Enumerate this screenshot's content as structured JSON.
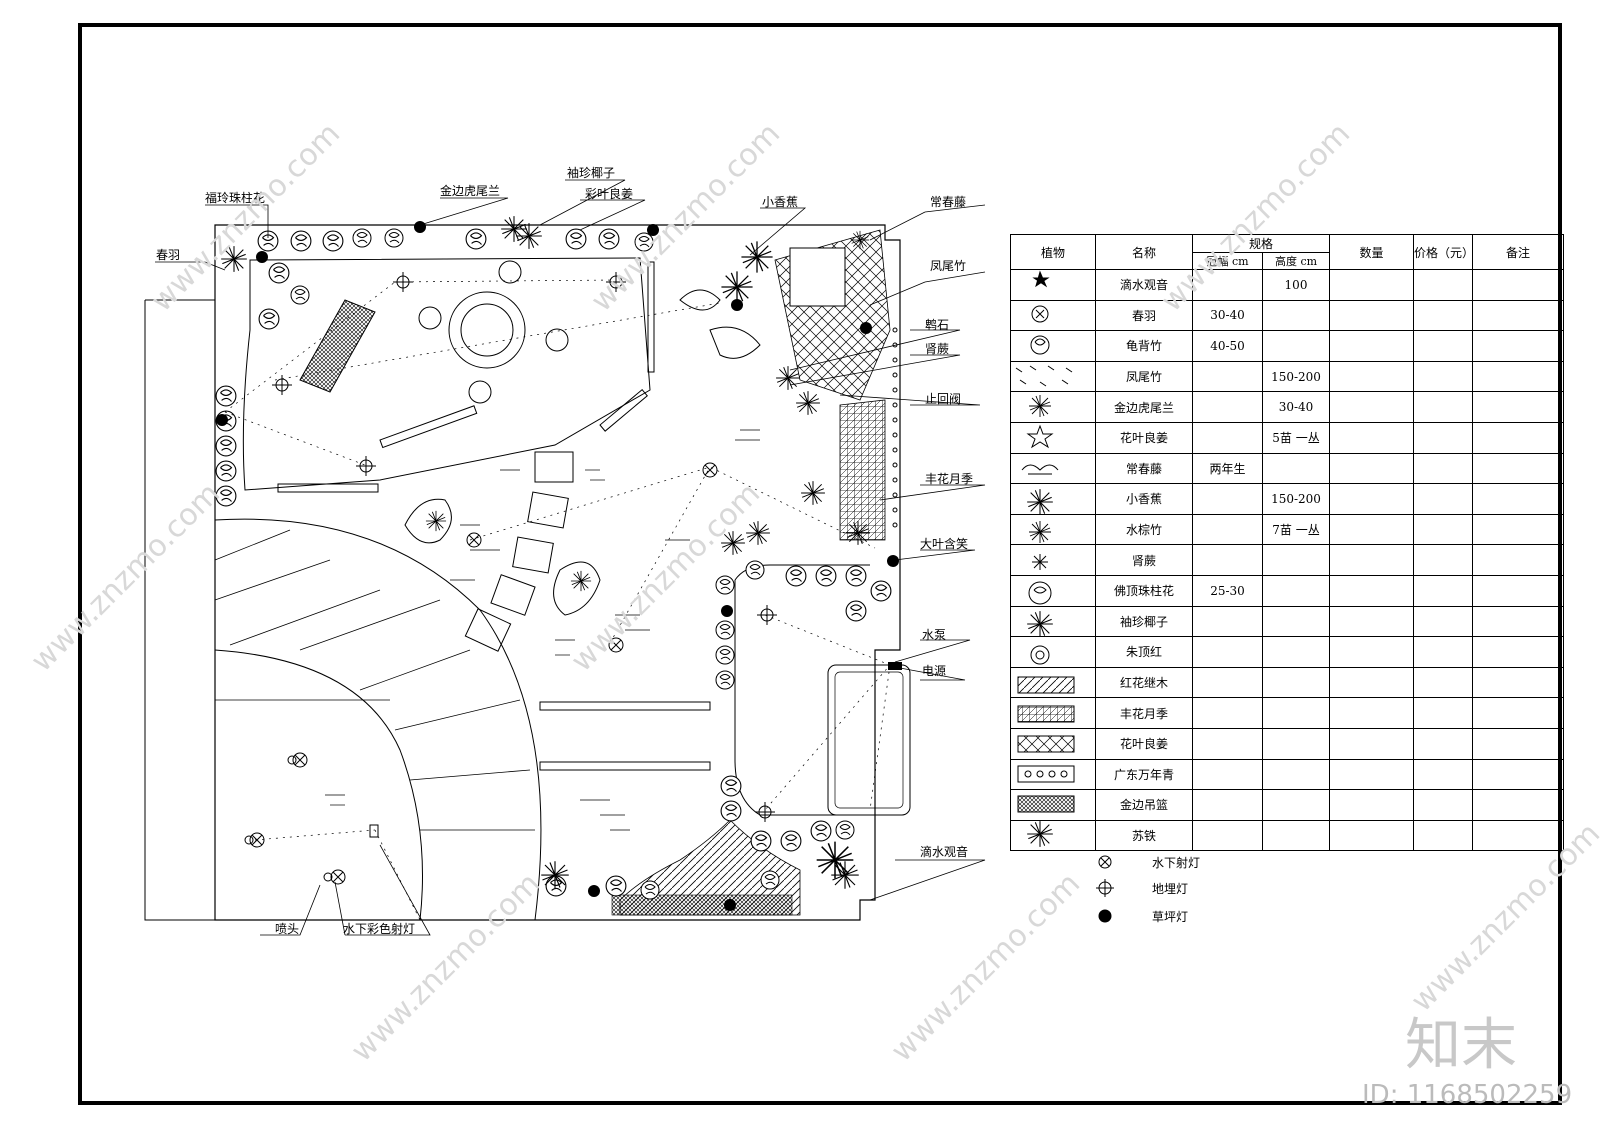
{
  "callouts": {
    "c1": "福玲珠柱花",
    "c2": "金边虎尾兰",
    "c3": "袖珍椰子",
    "c4": "彩叶良姜",
    "c5": "小香蕉",
    "c6": "常春藤",
    "c7": "春羽",
    "c8": "凤尾竹",
    "c9": "鹎石",
    "c10": "肾蕨",
    "c11": "止回阀",
    "c12": "丰花月季",
    "c13": "大叶含笑",
    "c14": "水泵",
    "c15": "电源",
    "c16": "滴水观音",
    "c17": "喷头",
    "c18": "水下彩色射灯"
  },
  "table": {
    "headers": {
      "symbol": "植物",
      "name": "名称",
      "spec": "规格",
      "spread": "冠幅 cm",
      "height": "高度 cm",
      "qty": "数量",
      "price": "价格（元）",
      "note": "备注"
    },
    "rows": [
      {
        "name": "滴水观音",
        "spread": "",
        "height": "100",
        "icon": "star-plant-icon"
      },
      {
        "name": "春羽",
        "spread": "30-40",
        "height": "",
        "icon": "clover-plant-icon"
      },
      {
        "name": "龟背竹",
        "spread": "40-50",
        "height": "",
        "icon": "swirl-plant-icon"
      },
      {
        "name": "凤尾竹",
        "spread": "",
        "height": "150-200",
        "icon": "bamboo-scatter-icon"
      },
      {
        "name": "金边虎尾兰",
        "spread": "",
        "height": "30-40",
        "icon": "spiky-plant-icon"
      },
      {
        "name": "花叶良姜",
        "spread": "",
        "height": "5苗 一丛",
        "icon": "five-point-star-icon"
      },
      {
        "name": "常春藤",
        "spread": "两年生",
        "height": "",
        "icon": "ivy-icon"
      },
      {
        "name": "小香蕉",
        "spread": "",
        "height": "150-200",
        "icon": "banana-plant-icon"
      },
      {
        "name": "水棕竹",
        "spread": "",
        "height": "7苗 一丛",
        "icon": "palm-bamboo-icon"
      },
      {
        "name": "肾蕨",
        "spread": "",
        "height": "",
        "icon": "fern-asterisk-icon"
      },
      {
        "name": "佛顶珠柱花",
        "spread": "25-30",
        "height": "",
        "icon": "spiral-circle-icon"
      },
      {
        "name": "袖珍椰子",
        "spread": "",
        "height": "",
        "icon": "palm-cluster-icon"
      },
      {
        "name": "朱顶红",
        "spread": "",
        "height": "",
        "icon": "sun-circle-icon"
      },
      {
        "name": "红花继木",
        "spread": "",
        "height": "",
        "icon": "diagonal-hatch-swatch-icon"
      },
      {
        "name": "丰花月季",
        "spread": "",
        "height": "",
        "icon": "cross-hatch-swatch-icon"
      },
      {
        "name": "花叶良姜",
        "spread": "",
        "height": "",
        "icon": "diamond-hatch-swatch-icon"
      },
      {
        "name": "广东万年青",
        "spread": "",
        "height": "",
        "icon": "dot-circle-swatch-icon"
      },
      {
        "name": "金边吊篮",
        "spread": "",
        "height": "",
        "icon": "dense-hatch-swatch-icon"
      },
      {
        "name": "苏铁",
        "spread": "",
        "height": "",
        "icon": "cycad-icon"
      }
    ]
  },
  "lamps": [
    {
      "label": "水下射灯",
      "icon": "underwater-light-icon"
    },
    {
      "label": "地埋灯",
      "icon": "buried-light-icon"
    },
    {
      "label": "草坪灯",
      "icon": "lawn-light-icon"
    }
  ],
  "watermark": {
    "brand": "知末",
    "id": "ID: 1168502259",
    "site": "www.znzmo.com"
  }
}
